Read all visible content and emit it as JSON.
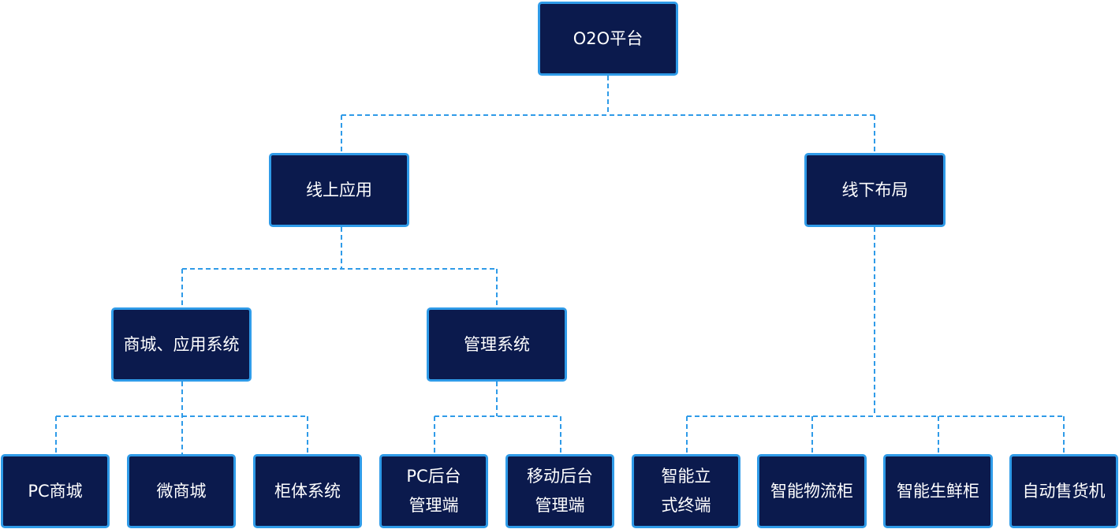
{
  "colors": {
    "box_fill": "#0b1a4d",
    "box_border": "#2f9be8",
    "connector": "#2f9be8",
    "text": "#ffffff"
  },
  "root": {
    "label": "O2O平台"
  },
  "level1": {
    "online": {
      "label": "线上应用"
    },
    "offline": {
      "label": "线下布局"
    }
  },
  "level2": {
    "mall_app_system": {
      "label": "商城、应用系统"
    },
    "management_system": {
      "label": "管理系统"
    }
  },
  "leaves": {
    "pc_mall": {
      "label": "PC商城"
    },
    "micro_mall": {
      "label": "微商城"
    },
    "cabinet_system": {
      "label": "柜体系统"
    },
    "pc_admin": {
      "line1": "PC后台",
      "line2": "管理端"
    },
    "mobile_admin": {
      "line1": "移动后台",
      "line2": "管理端"
    },
    "smart_standing_terminal": {
      "line1": "智能立",
      "line2": "式终端"
    },
    "smart_logistics_cabinet": {
      "label": "智能物流柜"
    },
    "smart_fresh_cabinet": {
      "label": "智能生鲜柜"
    },
    "vending_machine": {
      "label": "自动售货机"
    }
  }
}
